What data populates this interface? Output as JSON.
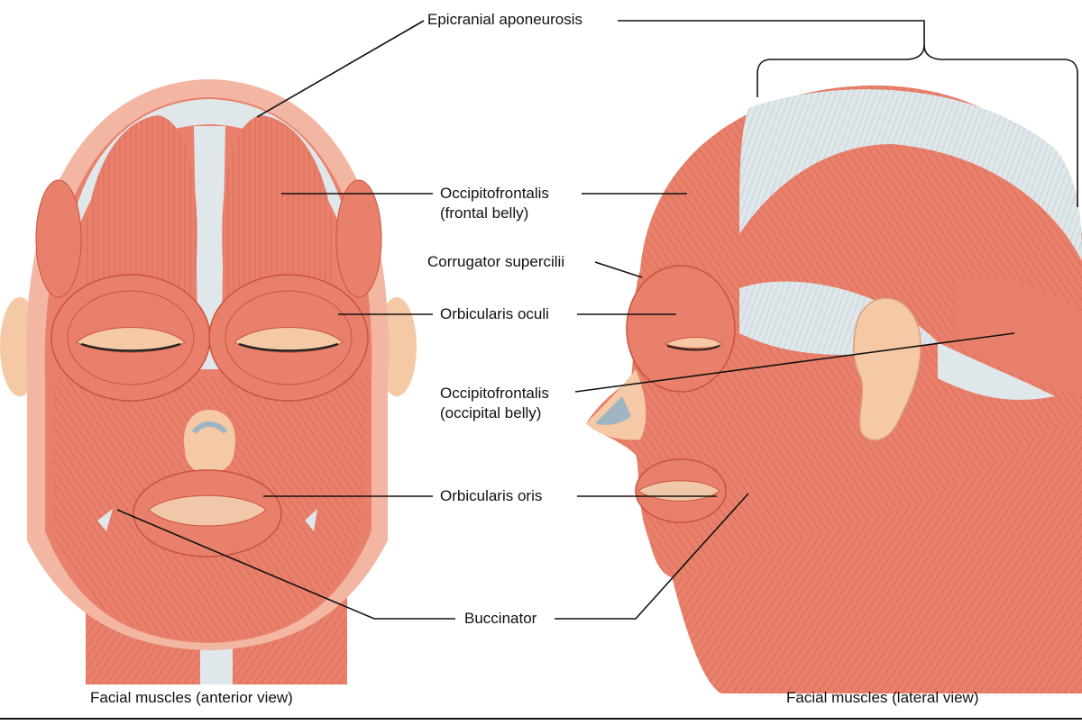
{
  "figure": {
    "labels": {
      "epicranial_aponeurosis": "Epicranial aponeurosis",
      "occipitofrontalis_frontal_line1": "Occipitofrontalis",
      "occipitofrontalis_frontal_line2": "(frontal belly)",
      "corrugator_supercilii": "Corrugator supercilii",
      "orbicularis_oculi": "Orbicularis oculi",
      "occipitofrontalis_occipital_line1": "Occipitofrontalis",
      "occipitofrontalis_occipital_line2": "(occipital belly)",
      "orbicularis_oris": "Orbicularis oris",
      "buccinator": "Buccinator"
    },
    "captions": {
      "anterior": "Facial muscles (anterior view)",
      "lateral": "Facial muscles (lateral view)"
    },
    "colors": {
      "muscle": "#e9806b",
      "muscle_dark": "#c9533f",
      "tendon": "#dfe7ea",
      "skin": "#f6c9a6",
      "bone": "#e8dcc8",
      "leader_line": "#111111"
    }
  }
}
